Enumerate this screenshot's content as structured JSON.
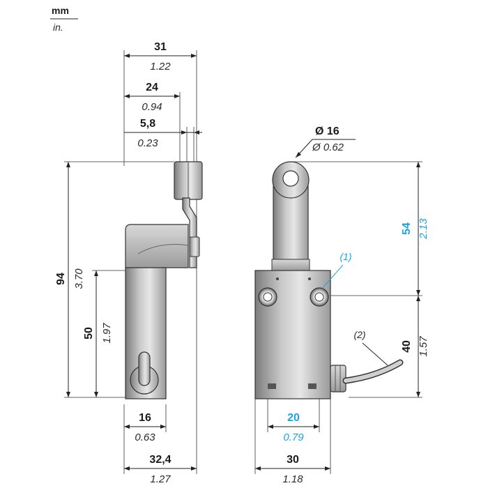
{
  "units": {
    "primary": "mm",
    "secondary": "in."
  },
  "side_view": {
    "width_overall": {
      "mm": "31",
      "in": "1.22"
    },
    "lever_offset": {
      "mm": "24",
      "in": "0.94"
    },
    "roller_width": {
      "mm": "5,8",
      "in": "0.23"
    },
    "height_total": {
      "mm": "94",
      "in": "3.70"
    },
    "body_height": {
      "mm": "50",
      "in": "1.97"
    },
    "body_width": {
      "mm": "16",
      "in": "0.63"
    },
    "depth_overall": {
      "mm": "32,4",
      "in": "1.27"
    }
  },
  "front_view": {
    "roller_diameter": {
      "mm": "Ø 16",
      "in": "Ø 0.62"
    },
    "head_height": {
      "mm": "54",
      "in": "2.13"
    },
    "body_height": {
      "mm": "40",
      "in": "1.57"
    },
    "hole_spacing": {
      "mm": "20",
      "in": "0.79"
    },
    "body_width": {
      "mm": "30",
      "in": "1.18"
    },
    "note_mounting_holes": "(1)",
    "note_cable": "(2)"
  },
  "colors": {
    "text": "#1a1a1a",
    "highlight": "#1aa3e0"
  }
}
